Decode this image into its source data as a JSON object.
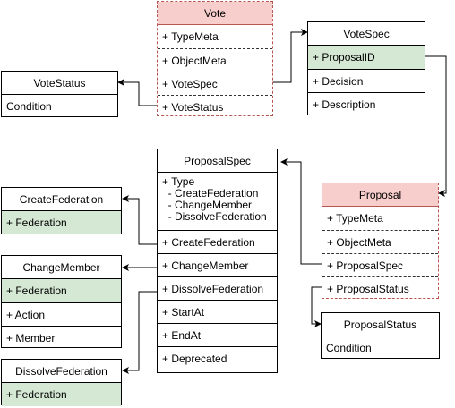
{
  "vote": {
    "title": "Vote",
    "fields": [
      "+ TypeMeta",
      "+ ObjectMeta",
      "+ VoteSpec",
      "+ VoteStatus"
    ]
  },
  "vote_spec": {
    "title": "VoteSpec",
    "fields": [
      "+ ProposalID",
      "+ Decision",
      "+ Description"
    ]
  },
  "vote_status": {
    "title": "VoteStatus",
    "fields": [
      "Condition"
    ]
  },
  "proposal": {
    "title": "Proposal",
    "fields": [
      "+ TypeMeta",
      "+ ObjectMeta",
      "+ ProposalSpec",
      "+ ProposalStatus"
    ]
  },
  "proposal_spec": {
    "title": "ProposalSpec",
    "type_block": "+ Type\n  - CreateFederation\n  - ChangeMember\n  - DissolveFederation",
    "fields": [
      "+ CreateFederation",
      "+ ChangeMember",
      "+ DissolveFederation",
      "+ StartAt",
      "+ EndAt",
      "+ Deprecated"
    ]
  },
  "proposal_status": {
    "title": "ProposalStatus",
    "fields": [
      "Condition"
    ]
  },
  "create_federation": {
    "title": "CreateFederation",
    "fields": [
      "+ Federation"
    ]
  },
  "change_member": {
    "title": "ChangeMember",
    "fields": [
      "+ Federation",
      "+ Action",
      "+ Member"
    ]
  },
  "dissolve_federation": {
    "title": "DissolveFederation",
    "fields": [
      "+ Federation"
    ]
  },
  "colors": {
    "header_pink": "#f8cecc",
    "pink_border": "#b85450",
    "field_green": "#d5e8d4",
    "green_border": "#82b366"
  }
}
